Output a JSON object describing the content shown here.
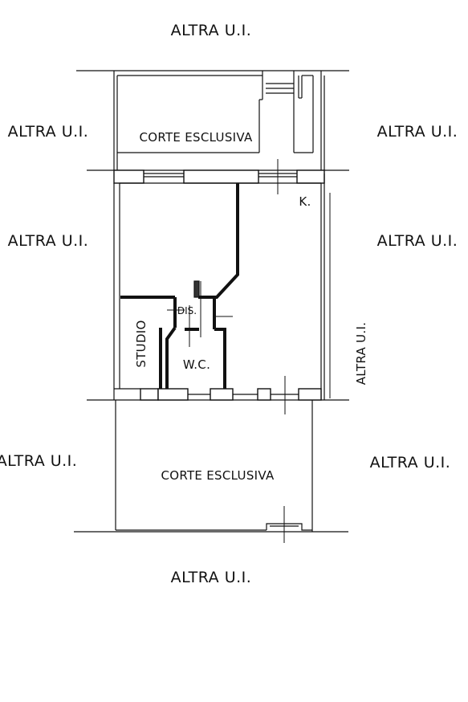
{
  "labels": {
    "neighbor": "ALTRA U.I.",
    "courtyard": "CORTE ESCLUSIVA",
    "kitchen": "K.",
    "hall": "DIS.",
    "bathroom": "W.C.",
    "study": "STUDIO"
  }
}
